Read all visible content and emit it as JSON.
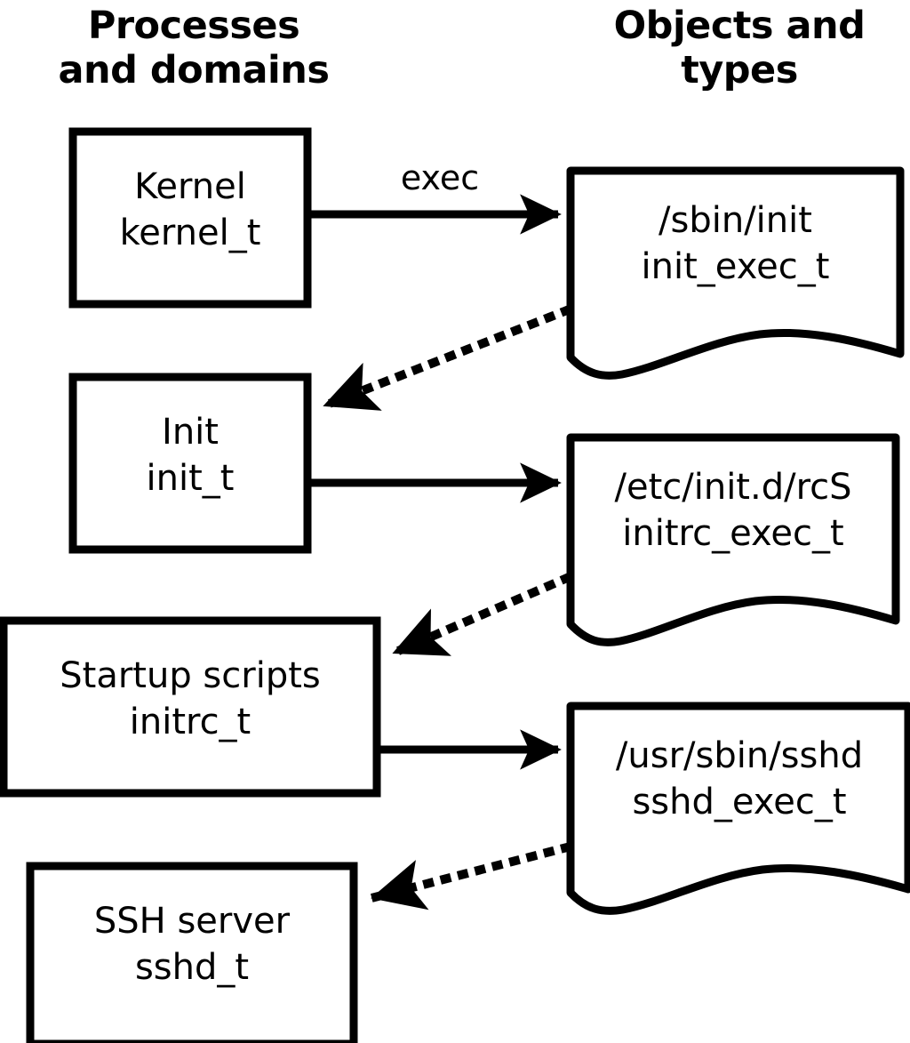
{
  "headings": {
    "left": "Processes\nand domains",
    "right": "Objects and\ntypes"
  },
  "colors": {
    "stroke": "#000000",
    "fill": "#ffffff",
    "background": "#ffffff"
  },
  "process_nodes": [
    {
      "id": "kernel",
      "title": "Kernel",
      "type": "kernel_t",
      "label": "Kernel\nkernel_t"
    },
    {
      "id": "init",
      "title": "Init",
      "type": "init_t",
      "label": "Init\ninit_t"
    },
    {
      "id": "startup-scripts",
      "title": "Startup scripts",
      "type": "initrc_t",
      "label": "Startup scripts\ninitrc_t"
    },
    {
      "id": "ssh-server",
      "title": "SSH server",
      "type": "sshd_t",
      "label": "SSH server\nsshd_t"
    }
  ],
  "object_nodes": [
    {
      "id": "sbin-init",
      "path": "/sbin/init",
      "type": "init_exec_t",
      "label": "/sbin/init\ninit_exec_t"
    },
    {
      "id": "etc-initd-rcs",
      "path": "/etc/init.d/rcS",
      "type": "initrc_exec_t",
      "label": "/etc/init.d/rcS\ninitrc_exec_t"
    },
    {
      "id": "usr-sbin-sshd",
      "path": "/usr/sbin/sshd",
      "type": "sshd_exec_t",
      "label": "/usr/sbin/sshd\nsshd_exec_t"
    }
  ],
  "edges": [
    {
      "id": "kernel-exec-init",
      "from": "kernel",
      "to": "sbin-init",
      "style": "solid",
      "label": "exec"
    },
    {
      "id": "initexec-transition-init",
      "from": "sbin-init",
      "to": "init",
      "style": "dotted",
      "label": ""
    },
    {
      "id": "init-exec-rcs",
      "from": "init",
      "to": "etc-initd-rcs",
      "style": "solid",
      "label": ""
    },
    {
      "id": "initrcexec-transition-initrc",
      "from": "etc-initd-rcs",
      "to": "startup-scripts",
      "style": "dotted",
      "label": ""
    },
    {
      "id": "initrc-exec-sshd",
      "from": "startup-scripts",
      "to": "usr-sbin-sshd",
      "style": "solid",
      "label": ""
    },
    {
      "id": "sshdexec-transition-sshd",
      "from": "usr-sbin-sshd",
      "to": "ssh-server",
      "style": "dotted",
      "label": ""
    }
  ]
}
